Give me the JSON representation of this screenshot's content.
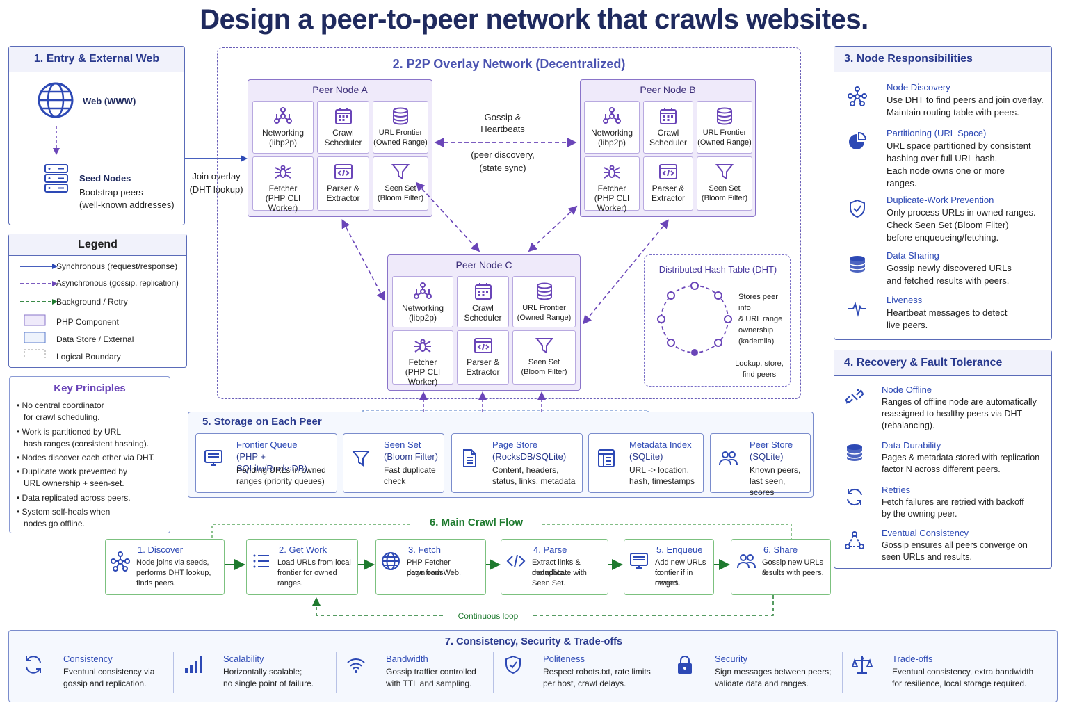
{
  "title": "Design a peer-to-peer network that crawls websites.",
  "entry": {
    "heading": "1. Entry & External Web",
    "web": "Web (WWW)",
    "seed_title": "Seed Nodes",
    "seed_l1": "Bootstrap peers",
    "seed_l2": "(well-known addresses)"
  },
  "join": {
    "l1": "Join overlay",
    "l2": "(DHT lookup)"
  },
  "legend": {
    "heading": "Legend",
    "items": [
      "Synchronous (request/response)",
      "Asynchronous (gossip, replication)",
      "Background / Retry",
      "PHP Component",
      "Data Store / External",
      "Logical Boundary"
    ]
  },
  "principles": {
    "heading": "Key Principles",
    "items": [
      [
        "No central coordinator",
        "for crawl scheduling."
      ],
      [
        "Work is partitioned by URL",
        "hash ranges (consistent hashing)."
      ],
      [
        "Nodes discover each other via DHT."
      ],
      [
        "Duplicate work prevented by",
        "URL ownership + seen-set."
      ],
      [
        "Data replicated across peers."
      ],
      [
        "System self-heals when",
        "nodes go offline."
      ]
    ]
  },
  "overlay": {
    "heading": "2. P2P Overlay Network (Decentralized)",
    "gossip_l1": "Gossip &",
    "gossip_l2": "Heartbeats",
    "gossip_l3": "(peer discovery,",
    "gossip_l4": "(state sync)"
  },
  "peers": {
    "a": {
      "name": "Peer Node A",
      "cells": [
        "Networking\n(libp2p)",
        "Crawl\nScheduler",
        "URL Frontier\n(Owned Range)",
        "Fetcher\n(PHP CLI\nWorker)",
        "Parser &\nExtractor",
        "Seen Set\n(Bloom Filter)"
      ]
    },
    "b": {
      "name": "Peer Node B",
      "cells": [
        "Networking\n(libp2p)",
        "Crawl\nScheduler",
        "URL Frontier\n(Owned Range)",
        "Fetcher\n(PHP CLI\nWorker)",
        "Parser &\nExtractor",
        "Seen Set\n(Bloom Filter)"
      ]
    },
    "c": {
      "name": "Peer Node C",
      "cells": [
        "Networking\n(libp2p)",
        "Crawl\nScheduler",
        "URL Frontier\n(Owned Range)",
        "Fetcher\n(PHP CLI\nWorker)",
        "Parser &\nExtractor",
        "Seen Set\n(Bloom Filter)"
      ]
    }
  },
  "dht": {
    "heading": "Distributed Hash Table (DHT)",
    "note": [
      "Stores peer info",
      "& URL range",
      "ownership",
      "(kademlia)"
    ],
    "foot": [
      "Lookup, store,",
      "find peers"
    ]
  },
  "responsibilities": {
    "heading": "3. Node Responsibilities",
    "items": [
      {
        "title": "Node Discovery",
        "lines": [
          "Use DHT to find peers and join overlay.",
          "Maintain routing table with peers."
        ]
      },
      {
        "title": "Partitioning (URL Space)",
        "lines": [
          "URL space partitioned by consistent",
          "hashing over full URL hash.",
          "Each node owns one or more",
          "ranges."
        ]
      },
      {
        "title": "Duplicate-Work Prevention",
        "lines": [
          "Only process URLs in owned ranges.",
          "Check Seen Set (Bloom Filter)",
          "before enqueueing/fetching."
        ]
      },
      {
        "title": "Data Sharing",
        "lines": [
          "Gossip newly discovered URLs",
          "and fetched results with peers."
        ]
      },
      {
        "title": "Liveness",
        "lines": [
          "Heartbeat messages to detect",
          "live peers."
        ]
      }
    ]
  },
  "recovery": {
    "heading": "4. Recovery & Fault Tolerance",
    "items": [
      {
        "title": "Node Offline",
        "lines": [
          "Ranges of offline node are automatically",
          "reassigned to healthy peers via DHT",
          "(rebalancing)."
        ]
      },
      {
        "title": "Data Durability",
        "lines": [
          "Pages & metadata stored with replication",
          "factor N across different peers."
        ]
      },
      {
        "title": "Retries",
        "lines": [
          "Fetch failures are retried with backoff",
          "by the owning peer."
        ]
      },
      {
        "title": "Eventual Consistency",
        "lines": [
          "Gossip ensures all peers converge on",
          "seen URLs and results."
        ]
      }
    ]
  },
  "storage": {
    "heading": "5. Storage on Each Peer",
    "items": [
      {
        "title": "Frontier Queue",
        "sub": "(PHP + SQLite/RocksDB)",
        "lines": [
          "Pending URLs in owned",
          "ranges (priority queues)"
        ]
      },
      {
        "title": "Seen Set",
        "sub": "(Bloom Filter)",
        "lines": [
          "Fast duplicate",
          "check"
        ]
      },
      {
        "title": "Page Store",
        "sub": "(RocksDB/SQLite)",
        "lines": [
          "Content, headers,",
          "status, links, metadata"
        ]
      },
      {
        "title": "Metadata Index",
        "sub": "(SQLite)",
        "lines": [
          "URL -> location,",
          "hash, timestamps"
        ]
      },
      {
        "title": "Peer Store",
        "sub": "(SQLite)",
        "lines": [
          "Known peers,",
          "last seen, scores"
        ]
      }
    ]
  },
  "flow": {
    "heading": "6. Main Crawl Flow",
    "loop": "Continuous loop",
    "steps": [
      {
        "title": "1. Discover",
        "lines": [
          "Node joins via seeds,",
          "performs DHT lookup,",
          "finds peers."
        ]
      },
      {
        "title": "2. Get Work",
        "lines": [
          "Load URLs from local",
          "frontier for owned",
          "ranges."
        ]
      },
      {
        "title": "3. Fetch",
        "lines": [
          "PHP Fetcher downloads",
          "page from Web."
        ]
      },
      {
        "title": "4. Parse",
        "lines": [
          "Extract links & metadata,",
          "deduplicate with",
          "Seen Set."
        ]
      },
      {
        "title": "5. Enqueue",
        "lines": [
          "Add new URLs to",
          "frontier if in owned",
          "ranges."
        ]
      },
      {
        "title": "6. Share",
        "lines": [
          "Gossip new URLs &",
          "results with peers."
        ]
      }
    ]
  },
  "consistency": {
    "heading": "7. Consistency, Security & Trade-offs",
    "items": [
      {
        "title": "Consistency",
        "lines": [
          "Eventual consistency via",
          "gossip and replication."
        ],
        "icon": "refresh-icon"
      },
      {
        "title": "Scalability",
        "lines": [
          "Horizontally scalable;",
          "no single point of failure."
        ],
        "icon": "bar-chart-icon"
      },
      {
        "title": "Bandwidth",
        "lines": [
          "Gossip traffier controlled",
          "with TTL and sampling."
        ],
        "icon": "wifi-icon"
      },
      {
        "title": "Politeness",
        "lines": [
          "Respect robots.txt, rate limits",
          "per host, crawl delays."
        ],
        "icon": "shield-check-icon"
      },
      {
        "title": "Security",
        "lines": [
          "Sign messages between peers;",
          "validate data and ranges."
        ],
        "icon": "lock-icon"
      },
      {
        "title": "Trade-offs",
        "lines": [
          "Eventual consistency, extra bandwidth",
          "for resilience, local storage required."
        ],
        "icon": "scales-icon"
      }
    ]
  },
  "colors": {
    "navy": "#1f2a5e",
    "blue": "#2d49b5",
    "purple": "#6a45b8",
    "green": "#1e7a2e"
  }
}
